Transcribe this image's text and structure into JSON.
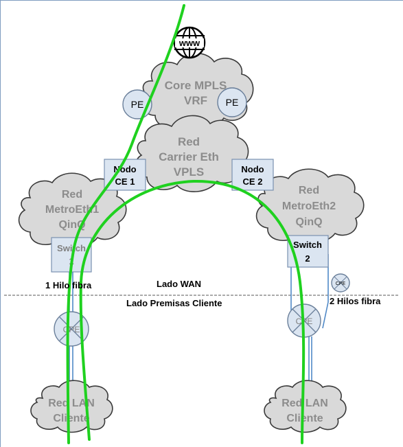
{
  "internet": {
    "icon": "www-globe-icon",
    "label": "www"
  },
  "clouds": {
    "core": {
      "lines": [
        "Core MPLS",
        "VRF"
      ]
    },
    "carrier": {
      "lines": [
        "Red",
        "Carrier Eth",
        "VPLS"
      ]
    },
    "metro1": {
      "lines": [
        "Red",
        "MetroEth1",
        "QinQ"
      ]
    },
    "metro2": {
      "lines": [
        "Red",
        "MetroEth2",
        "QinQ"
      ]
    },
    "lan1": {
      "lines": [
        "Red LAN",
        "Cliente"
      ]
    },
    "lan2": {
      "lines": [
        "Red LAN",
        "Cliente"
      ]
    }
  },
  "routers": {
    "pe_left": "PE",
    "pe_right": "PE",
    "cpe_left": "CPE",
    "cpe_right": "CPE",
    "cpe_small": "CPE"
  },
  "nodes": {
    "ce1": [
      "Nodo",
      "CE 1"
    ],
    "ce2": [
      "Nodo",
      "CE 2"
    ]
  },
  "switches": {
    "sw1": [
      "Switch",
      "1"
    ],
    "sw2": [
      "Switch",
      "2"
    ]
  },
  "labels": {
    "fiber_left": "1  Hilo fibra",
    "fiber_right": "2  Hilos fibra",
    "wan": "Lado WAN",
    "premises": "Lado Premisas Cliente"
  },
  "colors": {
    "green_path": "#1fd11f",
    "fiber": "#4f88c6",
    "cloud_fill": "#d9d9d9",
    "box_fill": "#dbe5f1"
  }
}
